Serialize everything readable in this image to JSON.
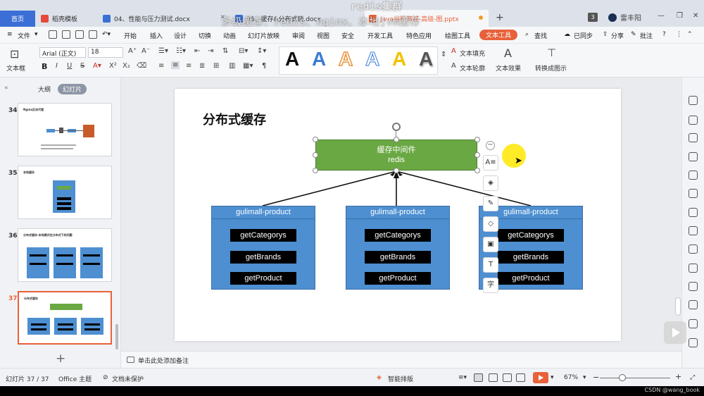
{
  "window": {
    "tabs": [
      {
        "label": "首页"
      },
      {
        "label": "稻壳模板"
      },
      {
        "label": "04、性能与压力测试.docx"
      },
      {
        "label": "05、缓存&分布式锁.docx"
      },
      {
        "label": "Java谷粒商城-高级-图.pptx"
      }
    ],
    "tab_count_badge": "3",
    "user_name": "雷丰阳",
    "overlay_title": "redis集群",
    "overlay_subtitle": "多级缓存：redis、nginx、本地jvm缓存"
  },
  "menu": {
    "file": "文件",
    "items": [
      "开始",
      "插入",
      "设计",
      "切换",
      "动画",
      "幻灯片放映",
      "审阅",
      "视图",
      "安全",
      "开发工具",
      "特色应用",
      "绘图工具",
      "文本工具"
    ],
    "search": "查找",
    "sync": "已同步",
    "share": "分享",
    "comment": "批注",
    "help": "?"
  },
  "ribbon": {
    "textbox_label": "文本框",
    "font_name": "Arial (正文)",
    "font_size": "18",
    "text_fill": "文本填充",
    "text_outline": "文本轮廓",
    "text_effect": "文本效果",
    "convert_label": "转换成图示",
    "style_letter": "A",
    "style_colors": [
      "#111111",
      "#3a7bd5",
      "#e8933a",
      "#ffffff",
      "#f2c200",
      "#555555"
    ]
  },
  "left_panel": {
    "tab_outline": "大纲",
    "tab_slides": "幻灯片",
    "slides": [
      {
        "number": "34",
        "title": "Nginx反向代理"
      },
      {
        "number": "35",
        "title": "本地缓存"
      },
      {
        "number": "36",
        "title": "分布式缓存-本地模式在分布式下的问题"
      },
      {
        "number": "37",
        "title": "分布式缓存"
      }
    ],
    "add_slide": "+"
  },
  "slide": {
    "title": "分布式缓存",
    "cache_box": {
      "line1": "缓存中间件",
      "line2": "redis"
    },
    "services": [
      {
        "name": "gulimall-product",
        "methods": [
          "getCategorys",
          "getBrands",
          "getProduct"
        ]
      },
      {
        "name": "gulimall-product",
        "methods": [
          "getCategorys",
          "getBrands",
          "getProduct"
        ]
      },
      {
        "name": "gulimall-product",
        "methods": [
          "getCategorys",
          "getBrands",
          "getProduct"
        ]
      }
    ],
    "colors": {
      "cache": "#6aa843",
      "service": "#4d8fd1",
      "method": "#000000"
    }
  },
  "floating_toolbar": {
    "minimize": "−",
    "tools": [
      "A≡",
      "◈",
      "✎",
      "◇",
      "▣",
      "T",
      "字"
    ]
  },
  "notes": {
    "placeholder": "单击此处添加备注"
  },
  "status": {
    "slide_index": "幻灯片 37 / 37",
    "theme": "Office 主题",
    "protection": "文档未保护",
    "smart_layout": "智能排版",
    "zoom": "67%",
    "zoom_minus": "−",
    "zoom_plus": "+",
    "credit": "CSDN @wang_book"
  }
}
